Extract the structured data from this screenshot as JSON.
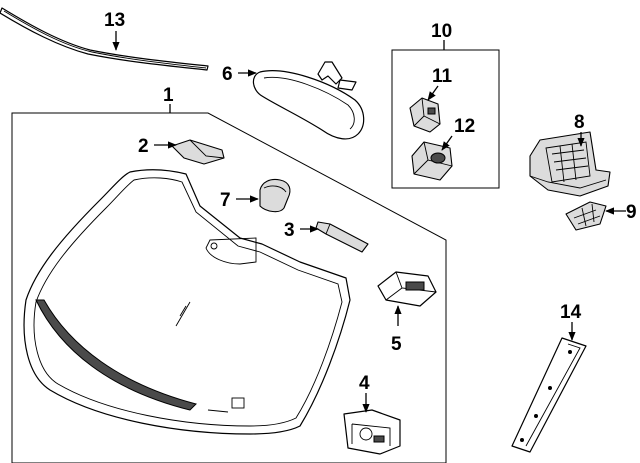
{
  "callouts": [
    {
      "id": "1",
      "part": "windshield-glass"
    },
    {
      "id": "2",
      "part": "rain-sensor-cover"
    },
    {
      "id": "3",
      "part": "windshield-molding-strip"
    },
    {
      "id": "4",
      "part": "bracket"
    },
    {
      "id": "5",
      "part": "rain-sensor-module"
    },
    {
      "id": "6",
      "part": "rear-view-mirror"
    },
    {
      "id": "7",
      "part": "mirror-base-cover"
    },
    {
      "id": "8",
      "part": "sensor-mount-housing"
    },
    {
      "id": "9",
      "part": "mount-pad"
    },
    {
      "id": "10",
      "part": "mirror-mount-kit"
    },
    {
      "id": "11",
      "part": "mirror-mount-clip"
    },
    {
      "id": "12",
      "part": "mirror-button"
    },
    {
      "id": "13",
      "part": "cowl-molding"
    },
    {
      "id": "14",
      "part": "a-pillar-molding"
    }
  ]
}
